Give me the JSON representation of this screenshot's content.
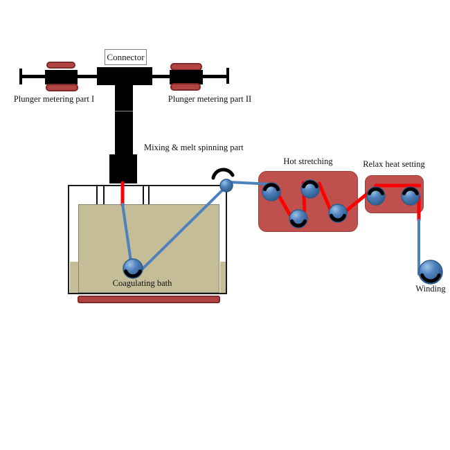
{
  "diagram": {
    "type": "process-flow-diagram",
    "subject": "wet/melt spinning fiber line",
    "labels": {
      "connector": "Connector",
      "plunger1": "Plunger metering part I",
      "plunger2": "Plunger metering part II",
      "mixing": "Mixing & melt spinning part",
      "coagulating_bath": "Coagulating bath",
      "hot_stretching": "Hot stretching",
      "relax_heat_setting": "Relax heat setting",
      "winding": "Winding"
    },
    "process_order": [
      "Plunger metering part I",
      "Plunger metering part II",
      "Connector",
      "Mixing & melt spinning part",
      "Coagulating bath",
      "Hot stretching",
      "Relax heat setting",
      "Winding"
    ],
    "colors": {
      "machine_black": "#000000",
      "process_box_red": "#C0504D",
      "plunger_cap_red": "#B04442",
      "heater_bar_red": "#B04442",
      "thread_red": "#FF0000",
      "thread_blue": "#4F81BD",
      "roller_blue": "#4F81BD",
      "bath_liquid_tan": "#C4BD97",
      "background": "#FFFFFF"
    },
    "counts": {
      "hot_stretching_rollers": 4,
      "relax_heat_setting_rollers": 2,
      "bath_rollers": 1,
      "guide_rollers": 1,
      "winding_rollers": 1
    }
  }
}
